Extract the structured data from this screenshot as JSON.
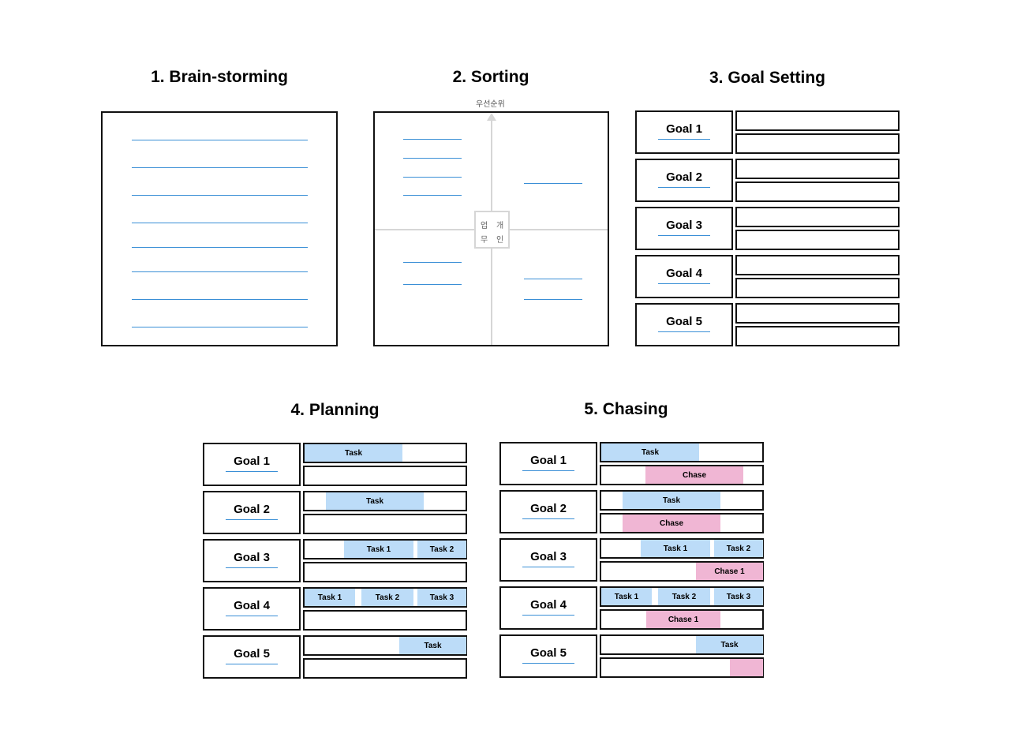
{
  "titles": {
    "brainstorm": "1. Brain-storming",
    "sorting": "2. Sorting",
    "goal_setting": "3. Goal Setting",
    "planning": "4. Planning",
    "chasing": "5. Chasing"
  },
  "sorting": {
    "priority_label": "우선순위",
    "quadrant_chars": [
      "업",
      "개",
      "무",
      "인"
    ]
  },
  "goals": [
    "Goal 1",
    "Goal 2",
    "Goal 3",
    "Goal 4",
    "Goal 5"
  ],
  "planning": {
    "rows": [
      [
        {
          "type": "task",
          "label": "Task"
        }
      ],
      [
        {
          "type": "task",
          "label": "Task"
        }
      ],
      [
        {
          "type": "task",
          "label": "Task 1"
        },
        {
          "type": "task",
          "label": "Task 2"
        }
      ],
      [
        {
          "type": "task",
          "label": "Task 1"
        },
        {
          "type": "task",
          "label": "Task 2"
        },
        {
          "type": "task",
          "label": "Task 3"
        }
      ],
      [
        {
          "type": "task",
          "label": "Task"
        }
      ]
    ]
  },
  "chasing": {
    "task_rows": [
      [
        {
          "type": "task",
          "label": "Task"
        }
      ],
      [
        {
          "type": "task",
          "label": "Task"
        }
      ],
      [
        {
          "type": "task",
          "label": "Task 1"
        },
        {
          "type": "task",
          "label": "Task 2"
        }
      ],
      [
        {
          "type": "task",
          "label": "Task 1"
        },
        {
          "type": "task",
          "label": "Task 2"
        },
        {
          "type": "task",
          "label": "Task 3"
        }
      ],
      [
        {
          "type": "task",
          "label": "Task"
        }
      ]
    ],
    "chase_rows": [
      [
        {
          "type": "chase",
          "label": "Chase"
        }
      ],
      [
        {
          "type": "chase",
          "label": "Chase"
        }
      ],
      [
        {
          "type": "chase",
          "label": "Chase 1"
        }
      ],
      [
        {
          "type": "chase",
          "label": "Chase 1"
        }
      ],
      [
        {
          "type": "chase",
          "label": ""
        }
      ]
    ]
  },
  "colors": {
    "task": "#bcdcf8",
    "chase": "#f0b6d4",
    "line": "#3a8fd6"
  }
}
